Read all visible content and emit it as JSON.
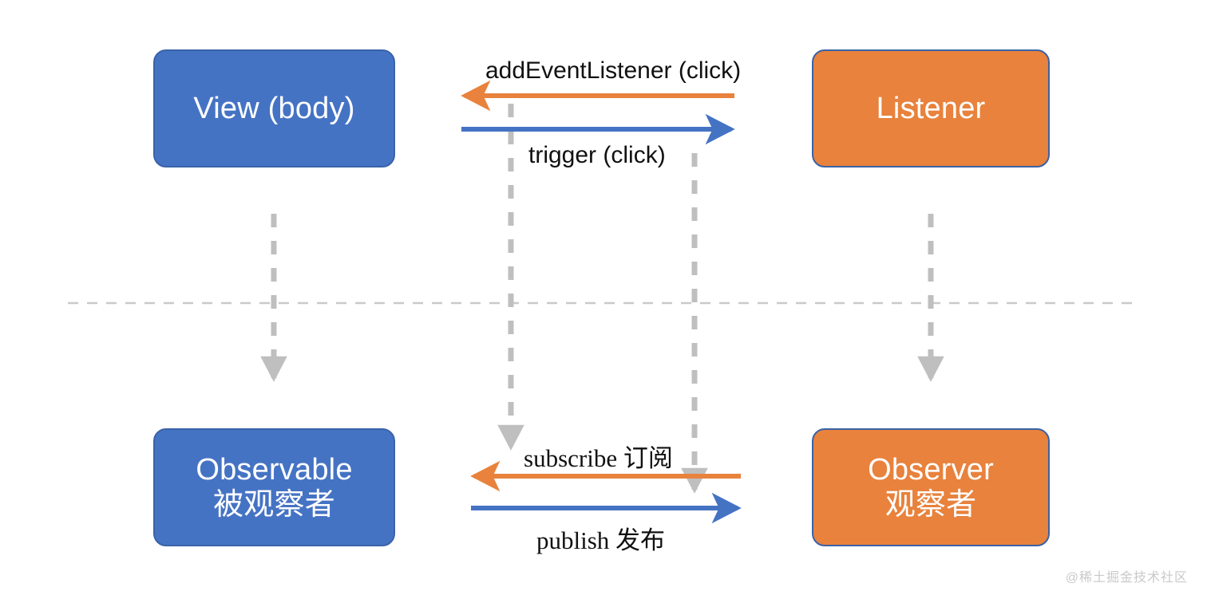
{
  "diagram": {
    "title": "Observer pattern / DOM event listener sequence diagram",
    "colors": {
      "blue_fill": "#4573C4",
      "orange_fill": "#E8823C",
      "box_border": "#3a62a8",
      "blue_arrow": "#4573C4",
      "orange_arrow": "#E8823C",
      "dashed_gray": "#BFBFBF",
      "label_text": "#111111",
      "watermark_text": "#c9c9c9"
    },
    "nodes": [
      {
        "id": "view",
        "label_en": "View (body)",
        "label_zh": "",
        "fill": "blue"
      },
      {
        "id": "listener",
        "label_en": "Listener",
        "label_zh": "",
        "fill": "orange"
      },
      {
        "id": "observable",
        "label_en": "Observable",
        "label_zh": "被观察者",
        "fill": "blue"
      },
      {
        "id": "observer",
        "label_en": "Observer",
        "label_zh": "观察者",
        "fill": "orange"
      }
    ],
    "messages": [
      {
        "id": "add-event-listener",
        "label": "addEventListener (click)",
        "direction": "right-to-left",
        "color": "orange"
      },
      {
        "id": "trigger",
        "label": "trigger (click)",
        "direction": "left-to-right",
        "color": "blue"
      },
      {
        "id": "subscribe",
        "label": "subscribe 订阅",
        "direction": "right-to-left",
        "color": "orange"
      },
      {
        "id": "publish",
        "label": "publish 发布",
        "direction": "left-to-right",
        "color": "blue"
      }
    ],
    "divider": {
      "id": "section-divider",
      "style": "dashed-horizontal"
    },
    "watermark": "@稀土掘金技术社区"
  }
}
